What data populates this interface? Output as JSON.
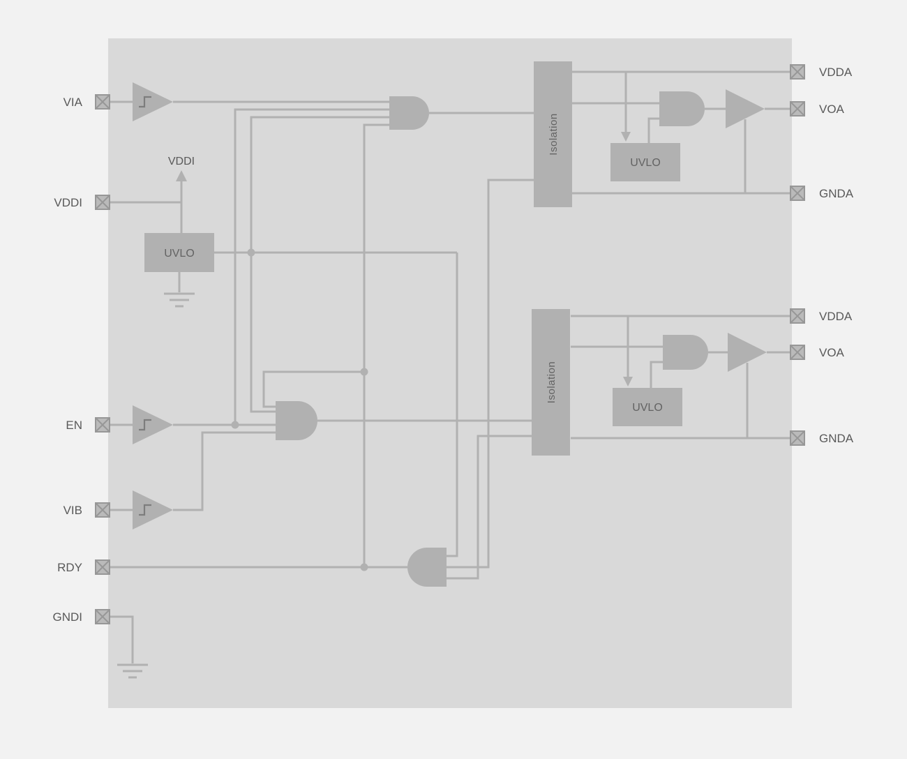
{
  "diagram": {
    "type": "digital-isolator-functional-block-diagram"
  },
  "colors": {
    "background": "#f2f2f2",
    "chip_body": "#d9d9d9",
    "wire": "#b1b1b1",
    "block_fill": "#b1b1b1",
    "block_text": "#636363",
    "label_text": "#595959",
    "glyph": "#7d7d7d",
    "pin_fill": "#bababa",
    "pin_stroke": "#979797"
  },
  "pins": {
    "left": [
      {
        "label": "VIA"
      },
      {
        "label": "VDDI"
      },
      {
        "label": "EN"
      },
      {
        "label": "VIB"
      },
      {
        "label": "RDY"
      },
      {
        "label": "GNDI"
      }
    ],
    "right": [
      {
        "label": "VDDA"
      },
      {
        "label": "VOA"
      },
      {
        "label": "GNDA"
      },
      {
        "label": "VDDA"
      },
      {
        "label": "VOA"
      },
      {
        "label": "GNDA"
      }
    ]
  },
  "blocks": {
    "uvlo_input": {
      "label": "UVLO"
    },
    "uvlo_output_a": {
      "label": "UVLO"
    },
    "uvlo_output_b": {
      "label": "UVLO"
    },
    "isolation_a": {
      "label": "Isolation"
    },
    "isolation_b": {
      "label": "Isolation"
    },
    "vddi_rail": {
      "label": "VDDI"
    }
  }
}
